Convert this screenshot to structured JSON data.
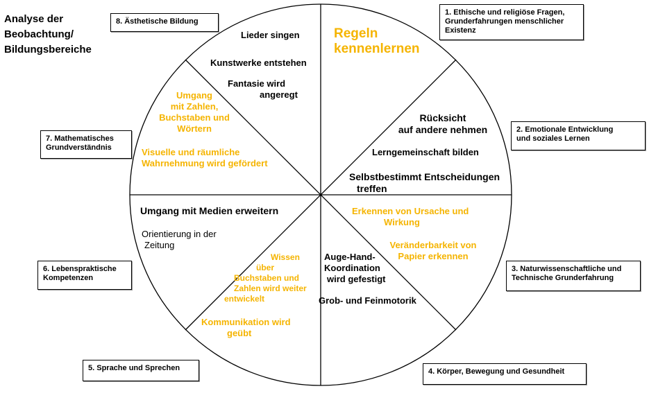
{
  "title": [
    "Analyse der",
    "Beobachtung/",
    "Bildungsbereiche"
  ],
  "colors": {
    "black": "#000000",
    "orange": "#f5b400"
  },
  "areas": [
    {
      "id": "1",
      "lines": [
        "1. Ethische und religiöse Fragen,",
        "Grunderfahrungen menschlicher",
        "Existenz"
      ]
    },
    {
      "id": "2",
      "lines": [
        "2. Emotionale Entwicklung",
        "und soziales Lernen"
      ]
    },
    {
      "id": "3",
      "lines": [
        "3. Naturwissenschaftliche und",
        "Technische Grunderfahrung"
      ]
    },
    {
      "id": "4",
      "lines": [
        "4. Körper, Bewegung und Gesundheit"
      ]
    },
    {
      "id": "5",
      "lines": [
        "5. Sprache und Sprechen"
      ]
    },
    {
      "id": "6",
      "lines": [
        "6. Lebenspraktische",
        "Kompetenzen"
      ]
    },
    {
      "id": "7",
      "lines": [
        "7. Mathematisches",
        "Grundverständnis"
      ]
    },
    {
      "id": "8",
      "lines": [
        "8. Ästhetische Bildung"
      ]
    }
  ],
  "segments": {
    "s1": {
      "regeln": [
        "Regeln",
        "kennenlernen"
      ]
    },
    "s2": {
      "ruecksicht": [
        "Rücksicht",
        "auf andere nehmen"
      ],
      "lerngemeinschaft": [
        "Lerngemeinschaft bilden"
      ],
      "selbstbestimmt": [
        "Selbstbestimmt Entscheidungen",
        "treffen"
      ]
    },
    "s3": {
      "ursache": [
        "Erkennen von Ursache und",
        "Wirkung"
      ],
      "papier": [
        "Veränderbarkeit von",
        "Papier erkennen"
      ]
    },
    "s4": {
      "auge_hand": [
        "Auge-Hand-",
        "Koordination",
        "wird gefestigt"
      ],
      "motorik": [
        "Grob- und Feinmotorik"
      ]
    },
    "s5": {
      "wissen": [
        "Wissen",
        "über",
        "Buchstaben und",
        "Zahlen wird weiter",
        "entwickelt"
      ],
      "kommunikation": [
        "Kommunikation wird",
        "geübt"
      ]
    },
    "s6": {
      "medien": [
        "Umgang mit Medien erweitern"
      ],
      "zeitung": [
        "Orientierung in der",
        "Zeitung"
      ]
    },
    "s7": {
      "umgang": [
        "Umgang",
        "mit Zahlen,",
        "Buchstaben und",
        "Wörtern"
      ],
      "visuelle": [
        "Visuelle und räumliche",
        "Wahrnehmung wird gefördert"
      ]
    },
    "s8": {
      "lieder": [
        "Lieder singen"
      ],
      "kunstwerke": [
        "Kunstwerke entstehen"
      ],
      "fantasie": [
        "Fantasie wird",
        "angeregt"
      ]
    }
  }
}
